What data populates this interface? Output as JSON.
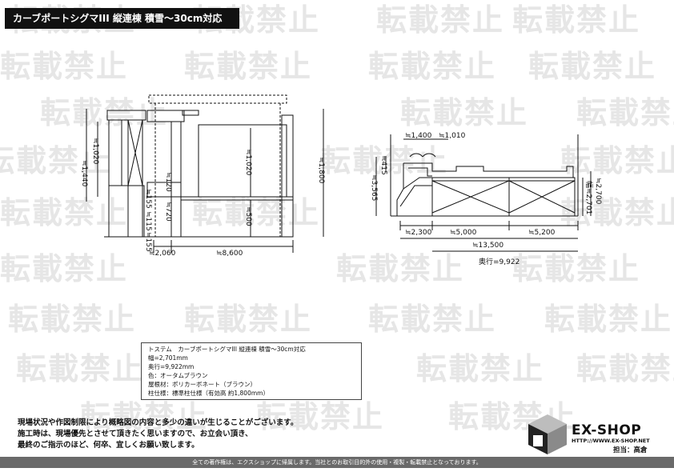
{
  "header": {
    "title": "カーブポートシグマIII 縦連棟 積雪～30cm対応"
  },
  "watermark": {
    "text": "転載禁止"
  },
  "front_view": {
    "dims": {
      "height_total": "≒1,440",
      "height_inner": "≒1,020",
      "height_mid": "≒720",
      "height_a": "≒155",
      "height_b": "≒115",
      "height_c": "≒155",
      "height_d": "≒120",
      "width_left": "≒2,060",
      "width_right": "≒8,600"
    }
  },
  "center_view": {
    "dims": {
      "h1": "≒1,020",
      "h2": "≒500",
      "h_total": "≒1,800"
    }
  },
  "side_view": {
    "dims": {
      "top_a": "≒1,400",
      "top_b": "≒1,010",
      "left_top": "≒415",
      "left_total": "≒3,565",
      "right_a": "幅≒2,701",
      "right_b": "≒2,700",
      "seg_a": "≒2,300",
      "seg_b": "≒5,000",
      "seg_c": "≒5,200",
      "total": "≒13,500",
      "depth": "奥行=9,922"
    }
  },
  "spec": {
    "line1": "トステム　カーブポートシグマIII 縦連棟 積雪～30cm対応",
    "line2": "幅=2,701mm",
    "line3": "奥行=9,922mm",
    "line4": "色：オータムブラウン",
    "line5": "屋根材：ポリカーボネート（ブラウン）",
    "line6": "柱仕様：標準柱仕様（有効高 約1,800mm）"
  },
  "notice": {
    "line1": "現場状況や作図制限により概略図の内容と多少の違いが生じることがございます。",
    "line2": "施工時は、現場優先とさせて頂きたく思いますので、お立会い頂き、",
    "line3": "最終のご指示のほど、何卒、宜しくお願い致します。"
  },
  "logo": {
    "name": "EX-SHOP",
    "url": "HTTP://WWW.EX-SHOP.NET",
    "staff": "担当：高倉"
  },
  "footer": {
    "text": "全ての著作権は、エクスショップに帰属します。当社とのお取引目的外の使用・複製・転載禁止となっております。"
  }
}
